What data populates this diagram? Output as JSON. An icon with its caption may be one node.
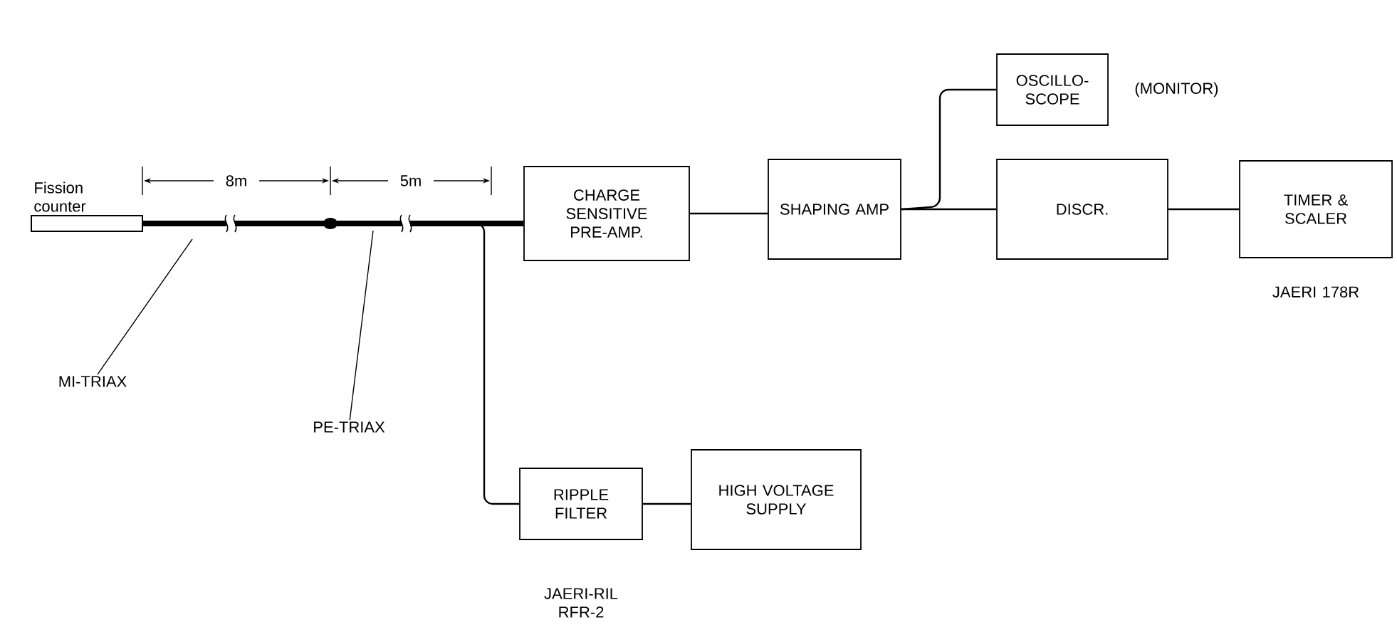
{
  "diagram": {
    "nodes": [
      {
        "text": [
          "Fission counter"
        ]
      },
      {
        "text": [
          "CHARGE SENSITIVE PRE-AMP."
        ]
      },
      {
        "text": [
          "SHAPING AMP"
        ]
      },
      {
        "text": [
          "OSCILLO-SCOPE"
        ],
        "beside": [
          "(MONITOR)"
        ]
      },
      {
        "text": [
          "DISCR."
        ]
      },
      {
        "text": [
          "TIMER & SCALER"
        ],
        "beside": [
          "JAERI 178R"
        ]
      },
      {
        "text": [
          "RIPPLE FILTER"
        ],
        "beside": [
          "JAERI-RIL RFR-2"
        ]
      },
      {
        "text": [
          "HIGH VOLTAGE SUPPLY"
        ]
      },
      {
        "text": [
          "MI-TRIAX"
        ]
      },
      {
        "text": [
          "PE-TRIAX"
        ]
      }
    ],
    "edges": [
      {
        "from": 0,
        "to": 1,
        "arrow": "none",
        "style": "thick"
      },
      {
        "from": 0,
        "to": 6,
        "arrow": "none"
      },
      {
        "from": 6,
        "to": 7,
        "arrow": "none"
      },
      {
        "from": 1,
        "to": 2,
        "arrow": "none"
      },
      {
        "from": 2,
        "to": 4,
        "arrow": "none"
      },
      {
        "from": 2,
        "to": 3,
        "arrow": "none"
      },
      {
        "from": 4,
        "to": 5,
        "arrow": "none"
      },
      {
        "from": 8,
        "to": null,
        "arrow": "none"
      },
      {
        "from": 9,
        "to": null,
        "arrow": "none"
      }
    ],
    "labels": [
      "8m",
      "5m"
    ]
  }
}
